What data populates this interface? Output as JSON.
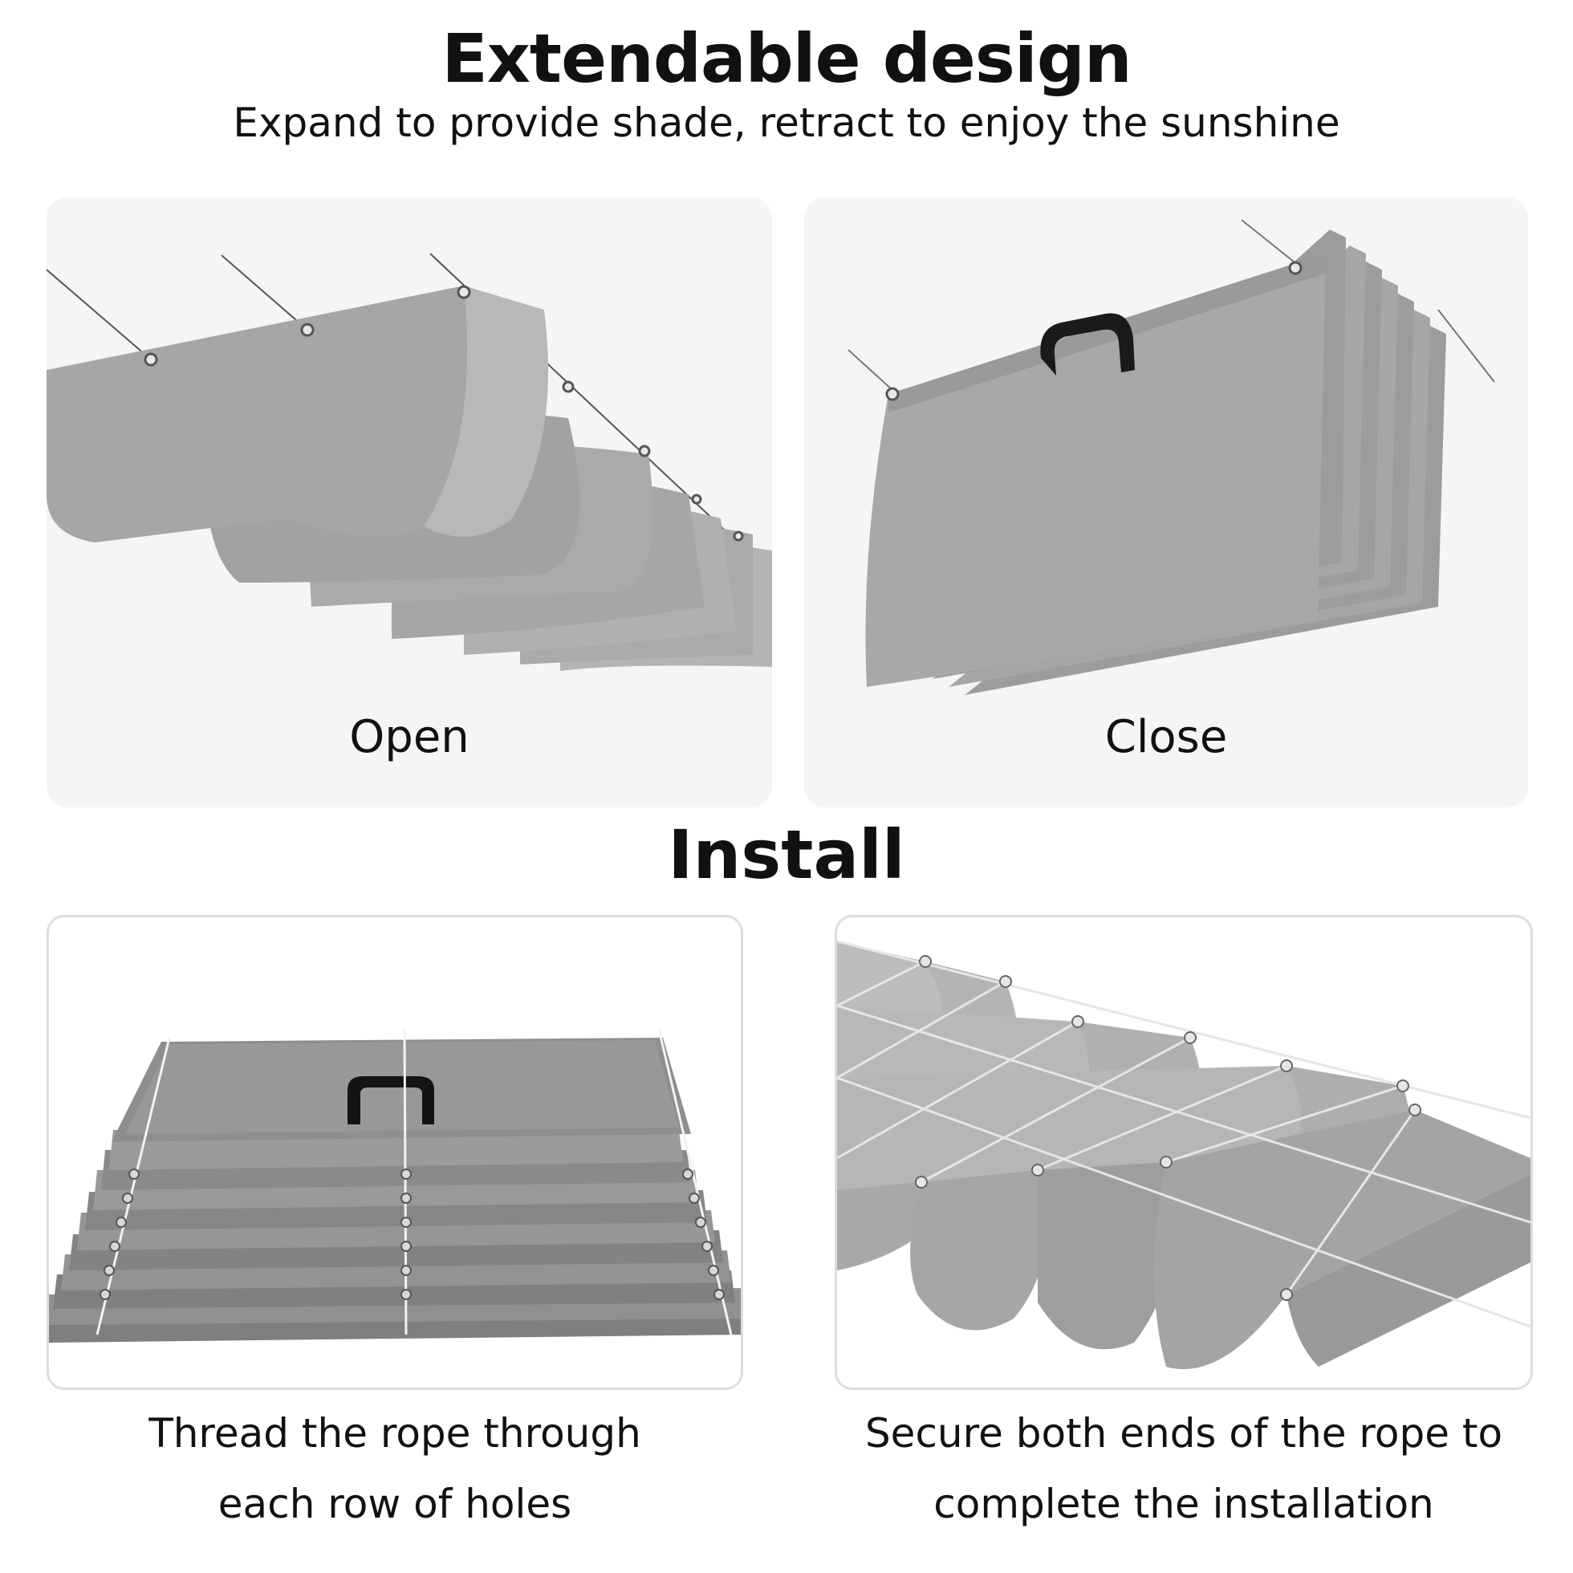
{
  "header": {
    "title": "Extendable design",
    "subtitle": "Expand to provide shade, retract to enjoy the sunshine"
  },
  "extend_section": {
    "open_label": "Open",
    "close_label": "Close"
  },
  "install_section": {
    "title": "Install",
    "step1": {
      "line1": "Thread the rope through",
      "line2": "each row of holes"
    },
    "step2": {
      "line1": "Secure both ends of the rope to",
      "line2": "complete the installation"
    }
  },
  "colors": {
    "fabric": "#a6a6a6",
    "fabric_dark": "#8f8f8f",
    "fabric_light": "#bdbdbd",
    "wire": "#555555",
    "panel_bg": "#f5f5f5"
  }
}
